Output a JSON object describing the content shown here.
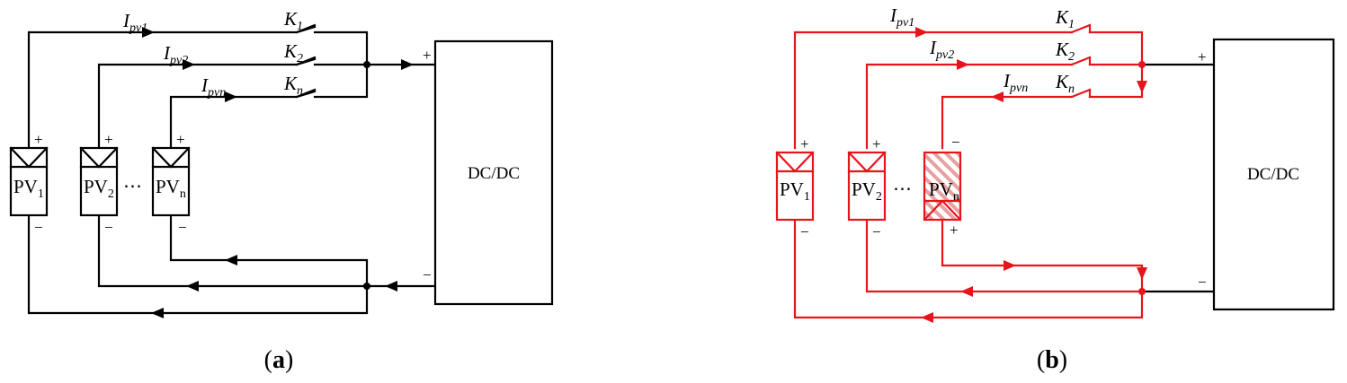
{
  "colors": {
    "normal": "#000000",
    "fault": "#e8141c",
    "hatch": "#e8a0a0"
  },
  "panel_a": {
    "caption_open": "(",
    "caption_letter": "a",
    "caption_close": ")",
    "converter_label": "DC/DC",
    "plus": "+",
    "minus": "−",
    "dots": "⋯",
    "currents": [
      {
        "base": "I",
        "sub": "pv1"
      },
      {
        "base": "I",
        "sub": "pv2"
      },
      {
        "base": "I",
        "sub": "pvn"
      }
    ],
    "switches": [
      {
        "base": "K",
        "sub": "1"
      },
      {
        "base": "K",
        "sub": "2"
      },
      {
        "base": "K",
        "sub": "n"
      }
    ],
    "modules": [
      {
        "base": "PV",
        "sub": "1"
      },
      {
        "base": "PV",
        "sub": "2"
      },
      {
        "base": "PV",
        "sub": "n"
      }
    ]
  },
  "panel_b": {
    "caption_open": "(",
    "caption_letter": "b",
    "caption_close": ")",
    "converter_label": "DC/DC",
    "plus": "+",
    "minus": "−",
    "dots": "⋯",
    "currents": [
      {
        "base": "I",
        "sub": "pv1"
      },
      {
        "base": "I",
        "sub": "pv2"
      },
      {
        "base": "I",
        "sub": "pvn"
      }
    ],
    "switches": [
      {
        "base": "K",
        "sub": "1"
      },
      {
        "base": "K",
        "sub": "2"
      },
      {
        "base": "K",
        "sub": "n"
      }
    ],
    "modules": [
      {
        "base": "PV",
        "sub": "1"
      },
      {
        "base": "PV",
        "sub": "2"
      },
      {
        "base": "PV",
        "sub": "n"
      }
    ]
  }
}
